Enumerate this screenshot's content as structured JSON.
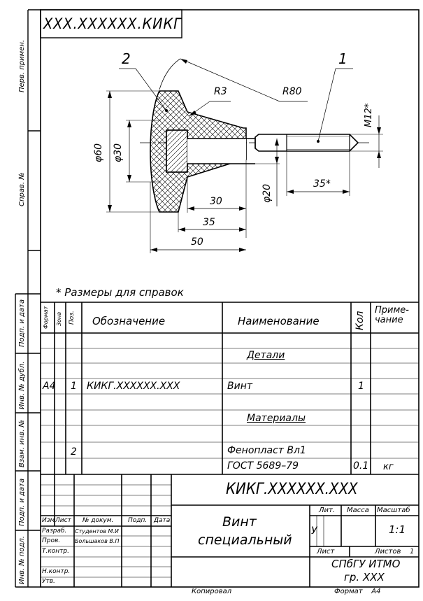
{
  "frame": {
    "top_code": "XXX.XXXXXX.КИКГ",
    "side_labels": {
      "perv_primen": "Перв. примен.",
      "sprav_no": "Справ. №",
      "podp_data_1": "Подп. и дата",
      "inv_dubl": "Инв. № дубл.",
      "vzam_inv": "Взам. инв. №",
      "podp_data_2": "Подп. и дата",
      "inv_podl": "Инв. № подл."
    },
    "bottom_left": "Копировал",
    "bottom_right": "Формат    А4"
  },
  "drawing": {
    "leader_1": "1",
    "leader_2": "2",
    "r3": "R3",
    "r80": "R80",
    "d60": "φ60",
    "d30": "φ30",
    "d20": "φ20",
    "m12": "М12*",
    "dim_30": "30",
    "dim_35": "35",
    "dim_50": "50",
    "dim_35s": "35*",
    "note": "* Размеры для справок"
  },
  "spec": {
    "headers": {
      "format": "Формат",
      "zona": "Зона",
      "poz": "Поз.",
      "oboz": "Обозначение",
      "naim": "Наименование",
      "kol": "Кол",
      "prim": "Приме-\nчание"
    },
    "section_details": "Детали",
    "row1": {
      "format": "А4",
      "poz": "1",
      "oboz": "КИКГ.XXXXXX.XXX",
      "naim": "Винт",
      "kol": "1"
    },
    "section_materials": "Материалы",
    "row2": {
      "poz": "2",
      "naim1": "Фенопласт Вл1",
      "naim2": "ГОСТ 5689–79",
      "kol": "0.1",
      "prim": "кг"
    }
  },
  "title_block": {
    "code": "КИКГ.XXXXXX.XXX",
    "name1": "Винт",
    "name2": "специальный",
    "cols": {
      "izm": "Изм",
      "list": "Лист",
      "doc": "№ докум.",
      "podp": "Подп.",
      "data": "Дата"
    },
    "roles": {
      "razrab": "Разраб.",
      "prov": "Пров.",
      "tkontr": "Т.контр.",
      "nkontr": "Н.контр.",
      "utv": "Утв."
    },
    "people": {
      "razrab": "Студентов М.И",
      "prov": "Большаков В.П"
    },
    "lit_label": "Лит.",
    "massa_label": "Масса",
    "masshtab_label": "Масштаб",
    "lit_value": "У",
    "masshtab_value": "1:1",
    "list_label": "Лист",
    "listov_label": "Листов",
    "listov_value": "1",
    "org1": "СПбГУ ИТМО",
    "org2": "гр. XXX"
  }
}
